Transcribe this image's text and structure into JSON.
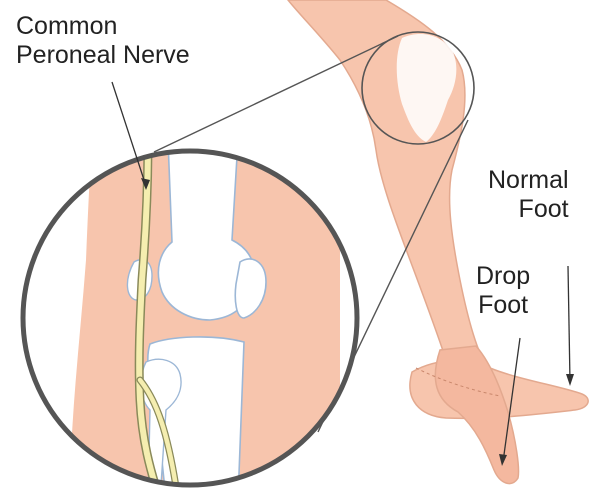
{
  "labels": {
    "nerve": {
      "line1": "Common",
      "line2": "Peroneal Nerve"
    },
    "normal_foot": {
      "line1": "Normal",
      "line2": "Foot"
    },
    "drop_foot": {
      "line1": "Drop",
      "line2": "Foot"
    }
  },
  "colors": {
    "skin": "#f7c5ad",
    "skin_outline": "#e3a98f",
    "bone": "#ffffff",
    "bone_outline": "#9cb7d6",
    "nerve": "#f5eeb0",
    "nerve_outline": "#8a8a5a",
    "magnifier_ring": "#555555",
    "line": "#333333"
  }
}
